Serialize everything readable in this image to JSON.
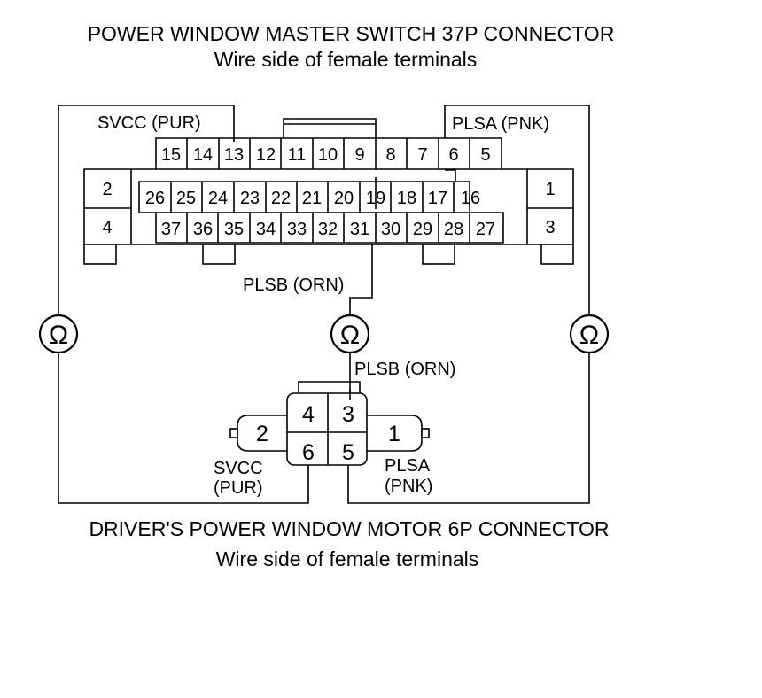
{
  "top_connector": {
    "title": "POWER WINDOW MASTER SWITCH 37P CONNECTOR",
    "subtitle": "Wire side of female terminals",
    "row1_pins": [
      "15",
      "14",
      "13",
      "12",
      "11",
      "10",
      "9",
      "8",
      "7",
      "6",
      "5"
    ],
    "row2_pins": [
      "26",
      "25",
      "24",
      "23",
      "22",
      "21",
      "20",
      "19",
      "18",
      "17",
      "16"
    ],
    "row3_pins": [
      "37",
      "36",
      "35",
      "34",
      "33",
      "32",
      "31",
      "30",
      "29",
      "28",
      "27"
    ],
    "left_pins": [
      "2",
      "4"
    ],
    "right_pins": [
      "1",
      "3"
    ],
    "label_svcc": "SVCC (PUR)",
    "label_plsa": "PLSA (PNK)",
    "label_plsb": "PLSB (ORN)"
  },
  "meters": {
    "symbol": "Ω"
  },
  "bottom_connector": {
    "title": "DRIVER'S POWER WINDOW MOTOR 6P CONNECTOR",
    "subtitle": "Wire side of female terminals",
    "pins": [
      "4",
      "3",
      "6",
      "5",
      "2",
      "1"
    ],
    "label_plsb": "PLSB (ORN)",
    "label_svcc_line1": "SVCC",
    "label_svcc_line2": "(PUR)",
    "label_plsa_line1": "PLSA",
    "label_plsa_line2": "(PNK)"
  }
}
